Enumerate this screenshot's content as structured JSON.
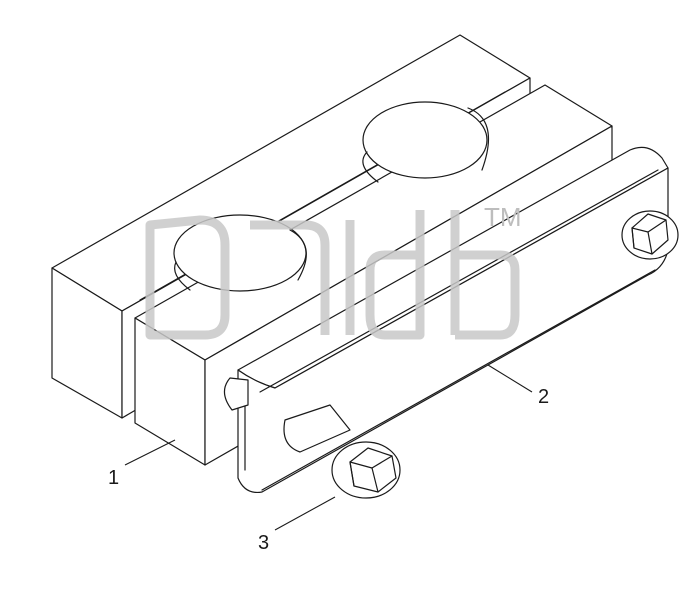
{
  "callouts": [
    {
      "id": "1",
      "label": "1"
    },
    {
      "id": "2",
      "label": "2"
    },
    {
      "id": "3",
      "label": "3"
    }
  ],
  "watermark": {
    "mark": "TM"
  },
  "colors": {
    "line": "#1a1a1a",
    "watermark": "#c8c8c8",
    "background": "#ffffff"
  }
}
